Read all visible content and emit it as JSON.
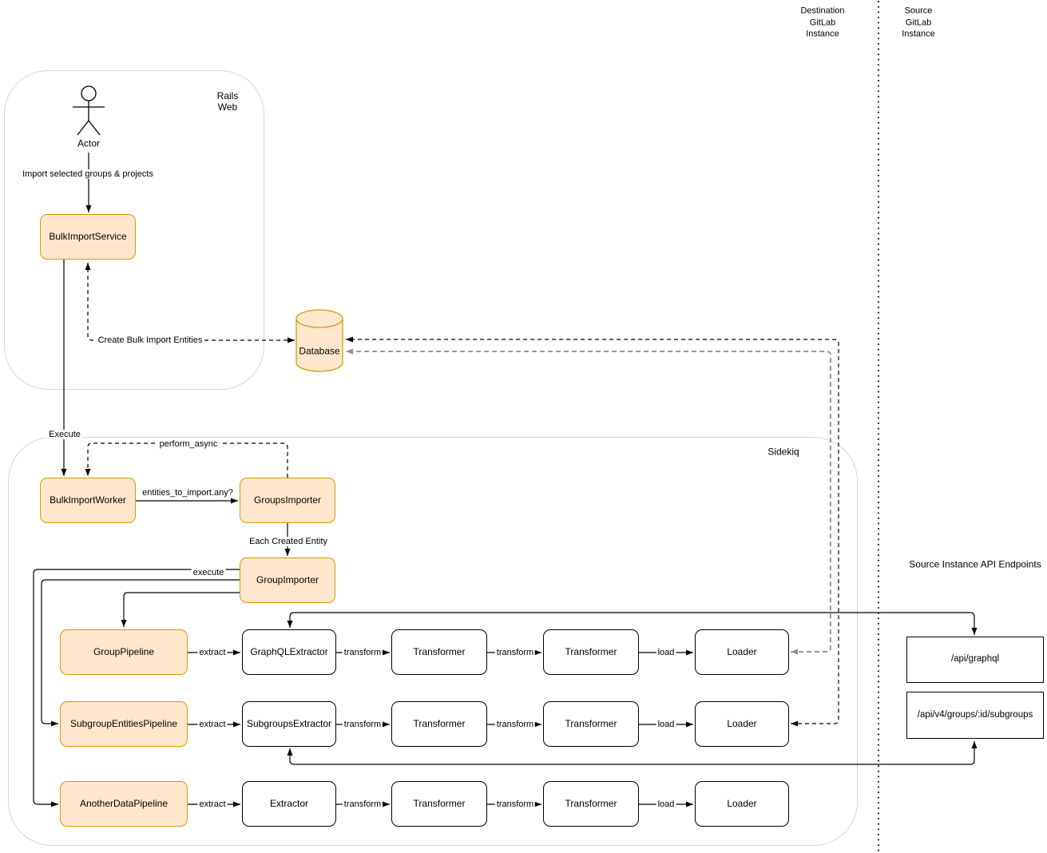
{
  "title_labels": {
    "destination_instance": "Destination\nGitLab\nInstance",
    "source_instance": "Source\nGitLab\nInstance",
    "rails_web": "Rails\nWeb",
    "sidekiq": "Sidekiq",
    "api_endpoints_title": "Source Instance API Endpoints"
  },
  "actor": {
    "label": "Actor"
  },
  "nodes": {
    "bulk_import_service": "BulkImportService",
    "database": "Database",
    "bulk_import_worker": "BulkImportWorker",
    "groups_importer": "GroupsImporter",
    "group_importer": "GroupImporter"
  },
  "pipelines": [
    {
      "pipeline": "GroupPipeline",
      "extractor": "GraphQLExtractor",
      "transformer1": "Transformer",
      "transformer2": "Transformer",
      "loader": "Loader"
    },
    {
      "pipeline": "SubgroupEntitiesPipeline",
      "extractor": "SubgroupsExtractor",
      "transformer1": "Transformer",
      "transformer2": "Transformer",
      "loader": "Loader"
    },
    {
      "pipeline": "AnotherDataPipeline",
      "extractor": "Extractor",
      "transformer1": "Transformer",
      "transformer2": "Transformer",
      "loader": "Loader"
    }
  ],
  "api_endpoints": [
    {
      "label": "/api/graphql"
    },
    {
      "label": "/api/v4/groups/:id/subgroups"
    }
  ],
  "edge_labels": {
    "import_selected": "Import selected groups & projects",
    "create_bulk_import_entities": "Create Bulk Import Entities",
    "execute": "Execute",
    "perform_async": "perform_async",
    "entities_to_import": "entities_to_import.any?",
    "each_created_entity": "Each Created Entity",
    "execute_pipeline": "execute",
    "extract": "extract",
    "transform": "transform",
    "load": "load"
  },
  "colors": {
    "node_fill": "#FFE6CC",
    "node_stroke": "#D79B00",
    "edge_black": "#000000",
    "edge_gray": "#8C8C8C",
    "container_stroke": "#D6D6D6"
  }
}
